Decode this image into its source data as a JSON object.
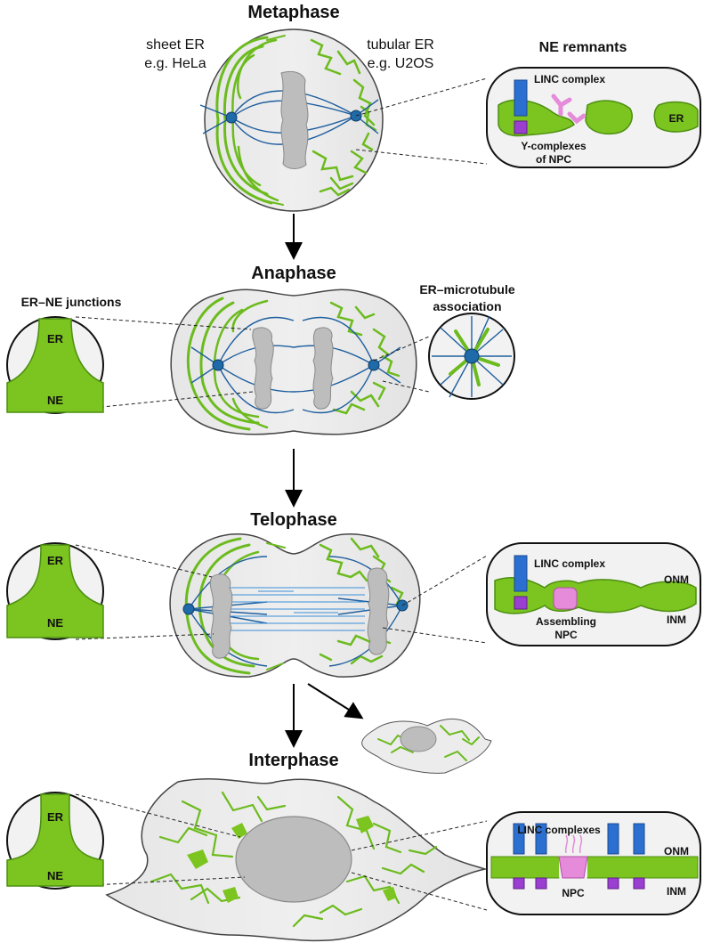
{
  "stages": {
    "metaphase": "Metaphase",
    "anaphase": "Anaphase",
    "telophase": "Telophase",
    "interphase": "Interphase"
  },
  "er_types": {
    "sheet_line1": "sheet ER",
    "sheet_line2": "e.g. HeLa",
    "tubular_line1": "tubular ER",
    "tubular_line2": "e.g. U2OS"
  },
  "insets": {
    "ne_remnants_title": "NE remnants",
    "linc_complex": "LINC complex",
    "y_complexes_line1": "Y-complexes",
    "y_complexes_line2": "of NPC",
    "er": "ER",
    "ne": "NE",
    "er_ne_junctions": "ER–NE junctions",
    "er_mt_line1": "ER–microtubule",
    "er_mt_line2": "association",
    "assembling_line1": "Assembling",
    "assembling_line2": "NPC",
    "onm": "ONM",
    "inm": "INM",
    "linc_complexes": "LINC complexes",
    "npc": "NPC"
  },
  "colors": {
    "er_green": "#7cc41f",
    "microtubule_blue": "#1f5f9e",
    "chromatin_gray": "#bdbdbd",
    "npc_pink": "#e58bd9"
  }
}
